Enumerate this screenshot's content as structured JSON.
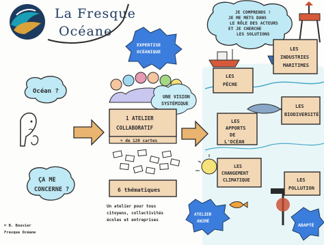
{
  "logo": {
    "title_line1": "La Fresque",
    "title_line2": "Océane"
  },
  "bubbles": {
    "ocean_question": "Océan ?",
    "ca_me_concerne": "Ça me concerne ?",
    "je_comprends": "Je comprends ! Je me mets dans le rôle des acteurs et je cherche les solutions"
  },
  "badges": {
    "expertise": "Expertise Océanique",
    "atelier_anime": "Atelier animé",
    "adapte": "Adapté"
  },
  "center": {
    "vision": "Une vision systémique",
    "atelier_box": "1 atelier collaboratif",
    "duration": "+ de 120 cartes",
    "thematiques": "6 thématiques",
    "footnote": "Un atelier pour tous citoyens, collectivités écoles et entreprises"
  },
  "themes": {
    "peche": "Les pêche",
    "industries": "Les industries maritimes",
    "apports": "Les apports de l'océan",
    "biodiversite": "Les biodiversité",
    "changement": "Les changement climatique",
    "pollution": "Les pollution"
  },
  "credit": {
    "line1": "© B. Bouvier",
    "line2": "Fresque Océane"
  },
  "colors": {
    "cyan_bubble": "#bfe9f5",
    "blue_badge": "#3b7ddd",
    "box_fill": "#f3d8b6",
    "ink": "#2a2a2a",
    "arrow": "#e9b46f"
  }
}
